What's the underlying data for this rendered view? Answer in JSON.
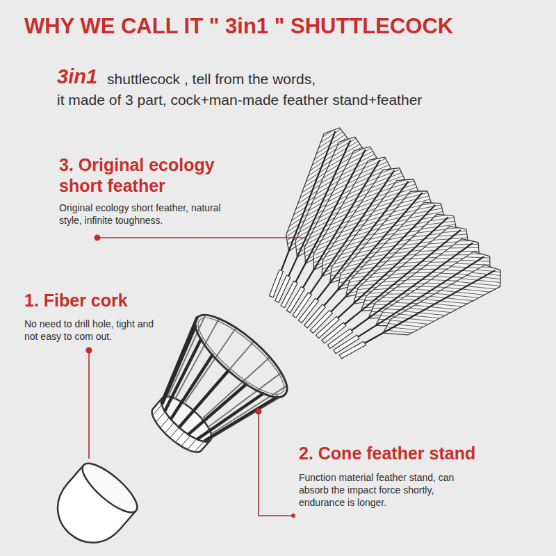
{
  "diagram": {
    "title": "WHY WE CALL IT \" 3in1 \" SHUTTLECOCK",
    "labels": [
      "3in1",
      "shuttlecock , tell from the words,",
      "it made of 3 part, cock+man-made feather stand+feather",
      "3. Original ecology short feather",
      "Original ecology short feather, natural style, infinite toughness.",
      "1. Fiber cork",
      "No need to drill hole, tight and not easy to com out.",
      "2. Cone feather stand",
      "Function material feather stand, can absorb the impact force shortly, endurance is longer."
    ]
  }
}
